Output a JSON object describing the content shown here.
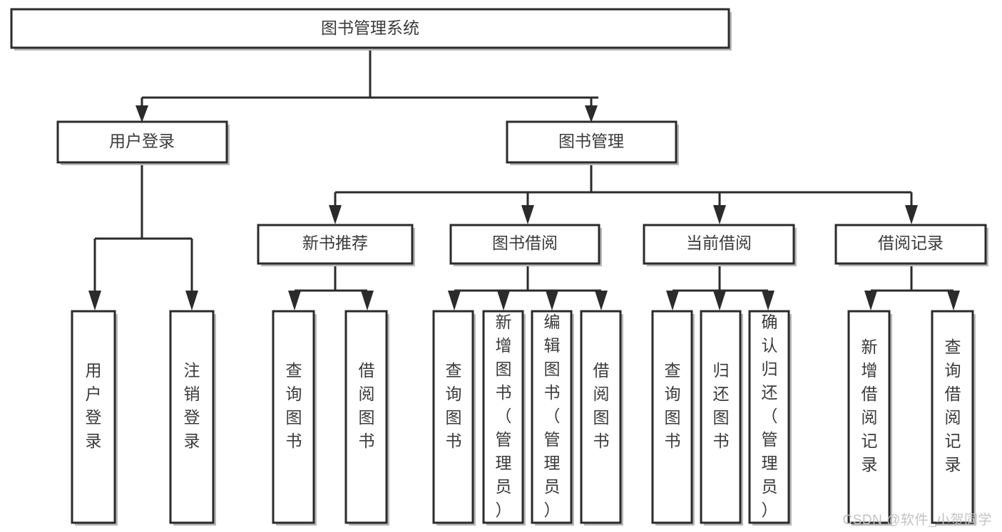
{
  "diagram": {
    "title": "图书管理系统",
    "type": "功能结构图",
    "orientation": "top-down-tree",
    "colors": {
      "box_fill": "#ffffff",
      "box_stroke": "#2b2b2b",
      "text": "#3a3a3a",
      "shadow": "#b9b9b9",
      "background": "#ffffff",
      "watermark": "#c2c2c2"
    },
    "watermark": "CSDN @软件_小贺同学",
    "nodes": {
      "root": {
        "label": "图书管理系统",
        "level": 0,
        "orientation": "horizontal"
      },
      "level1": [
        {
          "id": "user-login",
          "label": "用户登录",
          "level": 1,
          "orientation": "horizontal"
        },
        {
          "id": "book-management",
          "label": "图书管理",
          "level": 1,
          "orientation": "horizontal"
        }
      ],
      "level2": [
        {
          "id": "new-book-recommend",
          "label": "新书推荐",
          "level": 2,
          "orientation": "horizontal",
          "parent": "book-management"
        },
        {
          "id": "book-borrow",
          "label": "图书借阅",
          "level": 2,
          "orientation": "horizontal",
          "parent": "book-management"
        },
        {
          "id": "current-borrow",
          "label": "当前借阅",
          "level": 2,
          "orientation": "horizontal",
          "parent": "book-management"
        },
        {
          "id": "borrow-record",
          "label": "借阅记录",
          "level": 2,
          "orientation": "horizontal",
          "parent": "book-management"
        }
      ],
      "leaves": [
        {
          "id": "leaf-user-login",
          "label": "用户登录",
          "parent": "user-login",
          "orientation": "vertical"
        },
        {
          "id": "leaf-user-logout",
          "label": "注销登录",
          "parent": "user-login",
          "orientation": "vertical"
        },
        {
          "id": "leaf-query-book-1",
          "label": "查询图书",
          "parent": "new-book-recommend",
          "orientation": "vertical"
        },
        {
          "id": "leaf-borrow-book-1",
          "label": "借阅图书",
          "parent": "new-book-recommend",
          "orientation": "vertical"
        },
        {
          "id": "leaf-query-book-2",
          "label": "查询图书",
          "parent": "book-borrow",
          "orientation": "vertical"
        },
        {
          "id": "leaf-add-book",
          "label": "新增图书（管理员）",
          "parent": "book-borrow",
          "orientation": "vertical"
        },
        {
          "id": "leaf-edit-book",
          "label": "编辑图书（管理员）",
          "parent": "book-borrow",
          "orientation": "vertical"
        },
        {
          "id": "leaf-borrow-book-2",
          "label": "借阅图书",
          "parent": "book-borrow",
          "orientation": "vertical"
        },
        {
          "id": "leaf-query-book-3",
          "label": "查询图书",
          "parent": "current-borrow",
          "orientation": "vertical"
        },
        {
          "id": "leaf-return-book",
          "label": "归还图书",
          "parent": "current-borrow",
          "orientation": "vertical"
        },
        {
          "id": "leaf-confirm-return",
          "label": "确认归还（管理员）",
          "parent": "current-borrow",
          "orientation": "vertical"
        },
        {
          "id": "leaf-add-record",
          "label": "新增借阅记录",
          "parent": "borrow-record",
          "orientation": "vertical"
        },
        {
          "id": "leaf-query-record",
          "label": "查询借阅记录",
          "parent": "borrow-record",
          "orientation": "vertical"
        }
      ]
    }
  }
}
